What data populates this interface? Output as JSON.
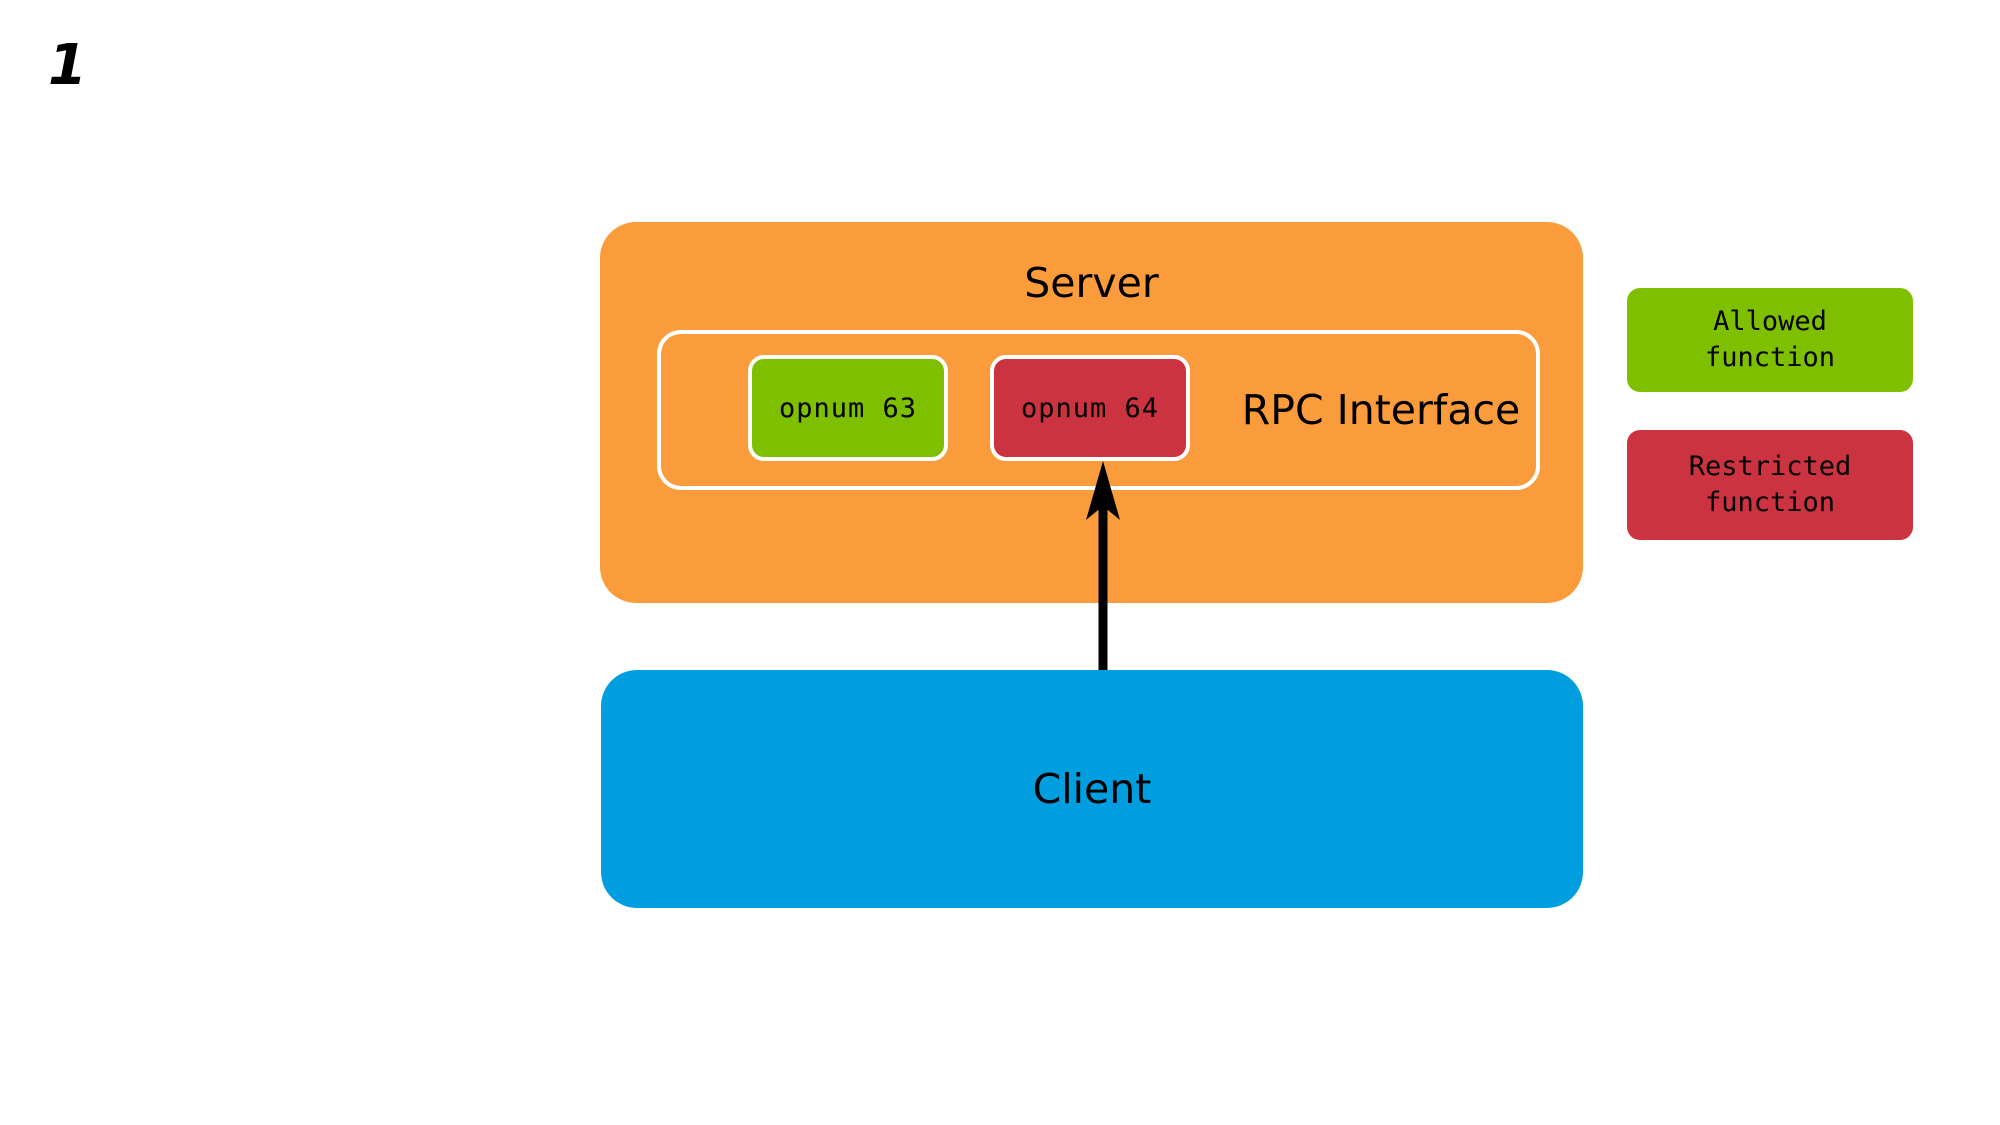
{
  "slide": {
    "number": "1",
    "background_color": "#ffffff"
  },
  "colors": {
    "server": "#FB9C3C",
    "client": "#009EDE",
    "allowed": "#7EBF00",
    "restricted": "#CC3340",
    "outline": "#ffffff",
    "arrow": "#000000",
    "text": "#000000"
  },
  "server": {
    "title": "Server",
    "rpc_interface": {
      "label": "RPC Interface",
      "functions": [
        {
          "label": "opnum 63",
          "state": "allowed",
          "color": "#7EBF00"
        },
        {
          "label": "opnum 64",
          "state": "restricted",
          "color": "#CC3340"
        }
      ]
    }
  },
  "client": {
    "title": "Client"
  },
  "arrow": {
    "name": "client-to-opnum64-call",
    "from": "Client",
    "to": "opnum 64",
    "direction": "up"
  },
  "legend": {
    "items": [
      {
        "line1": "Allowed",
        "line2": "function",
        "color": "#7EBF00"
      },
      {
        "line1": "Restricted",
        "line2": "function",
        "color": "#CC3340"
      }
    ]
  }
}
